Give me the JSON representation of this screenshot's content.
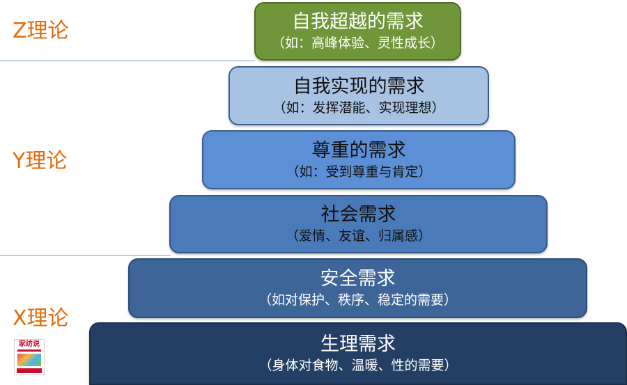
{
  "theories": {
    "z": "Z理论",
    "y": "Y理论",
    "x": "X理论"
  },
  "levels": [
    {
      "title": "自我超越的需求",
      "subtitle": "（如：高峰体验、灵性成长）"
    },
    {
      "title": "自我实现的需求",
      "subtitle": "（如：发挥潜能、实现理想）"
    },
    {
      "title": "尊重的需求",
      "subtitle": "（如：受到尊重与肯定）"
    },
    {
      "title": "社会需求",
      "subtitle": "（爱情、友谊、归属感）"
    },
    {
      "title": "安全需求",
      "subtitle": "（如对保护、秩序、稳定的需要）"
    },
    {
      "title": "生理需求",
      "subtitle": "（身体对食物、温暖、性的需要）"
    }
  ],
  "logo": {
    "text": "家纺说"
  },
  "colors": {
    "theory_label": "#e36c0a",
    "level_1": "#6f9638",
    "level_2": "#a8c2e2",
    "level_3": "#5d8fd6",
    "level_4": "#4a7ab9",
    "level_5": "#3e6598",
    "level_6": "#233f63"
  }
}
